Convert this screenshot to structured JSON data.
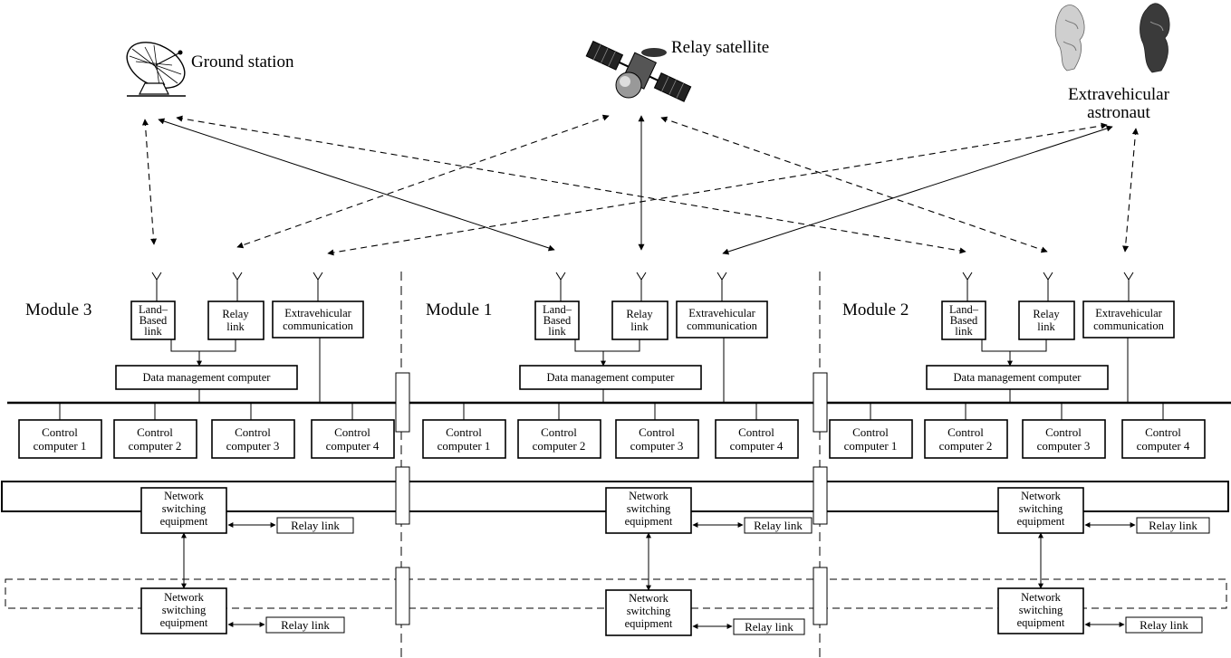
{
  "nodes": {
    "ground_station": "Ground station",
    "relay_satellite": "Relay satellite",
    "astronaut": [
      "Extravehicular",
      "astronaut"
    ]
  },
  "modules": [
    {
      "name": "Module 3"
    },
    {
      "name": "Module 1"
    },
    {
      "name": "Module 2"
    }
  ],
  "labels": {
    "land_based_link": [
      "Land–",
      "Based",
      "link"
    ],
    "relay_link_box": [
      "Relay",
      "link"
    ],
    "extravehicular_communication": [
      "Extravehicular",
      "communication"
    ],
    "data_management_computer": "Data management computer",
    "control_computers": [
      [
        "Control",
        "computer 1"
      ],
      [
        "Control",
        "computer 2"
      ],
      [
        "Control",
        "computer 3"
      ],
      [
        "Control",
        "computer 4"
      ]
    ],
    "network_switching_equipment": [
      "Network",
      "switching",
      "equipment"
    ],
    "relay_link": "Relay link"
  }
}
